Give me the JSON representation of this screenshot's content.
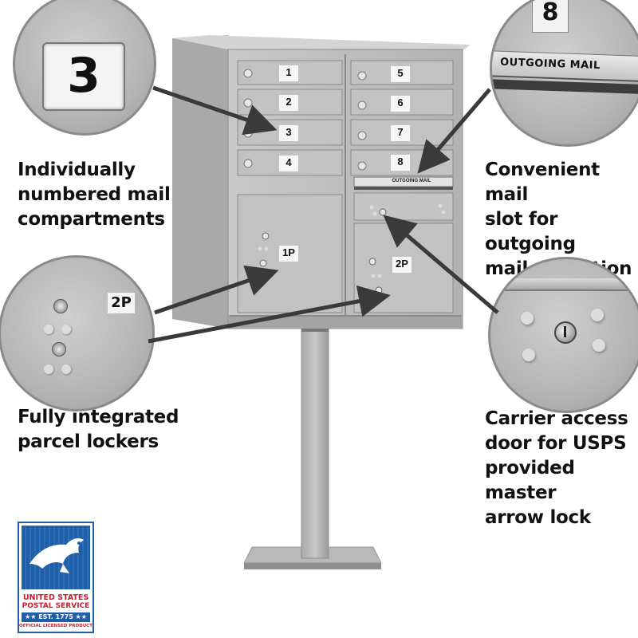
{
  "callouts": {
    "compartments": [
      "Individually",
      "numbered mail",
      "compartments"
    ],
    "outgoing": [
      "Convenient mail",
      "slot for outgoing",
      "mail collection"
    ],
    "parcel": [
      "Fully integrated",
      "parcel lockers"
    ],
    "carrier": [
      "Carrier access",
      "door for USPS",
      "provided master",
      "arrow lock"
    ]
  },
  "zoom": {
    "compartment_number": "3",
    "outgoing_number": "8",
    "outgoing_label": "OUTGOING MAIL",
    "parcel_label": "2P"
  },
  "mailbox": {
    "doors_left": [
      "1",
      "2",
      "3",
      "4"
    ],
    "doors_right": [
      "5",
      "6",
      "7",
      "8"
    ],
    "parcel_left": "1P",
    "parcel_right": "2P",
    "slot_label": "OUTGOING MAIL"
  },
  "logo": {
    "line1": "UNITED STATES",
    "line2": "POSTAL SERVICE",
    "line3": "★★ EST. 1775 ★★",
    "line4": "OFFICIAL LICENSED PRODUCT"
  },
  "colors": {
    "metal": "#b8b8b8",
    "text": "#111111",
    "usps_blue": "#1f5fa8",
    "usps_red": "#c8202f"
  }
}
